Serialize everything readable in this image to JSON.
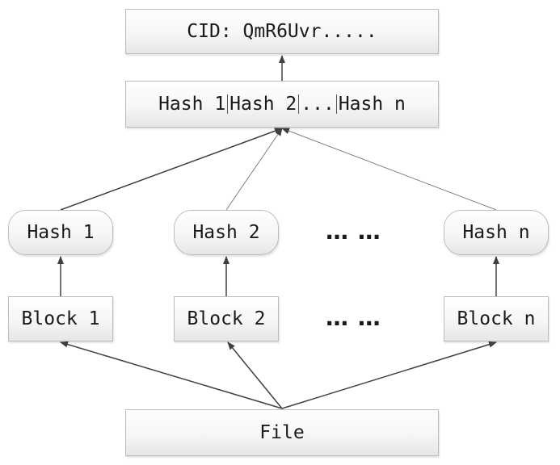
{
  "cid_label": "CID: QmR6Uvr.....",
  "root_hashes": [
    "Hash 1",
    "Hash 2",
    "...",
    "Hash n"
  ],
  "hash_nodes": [
    "Hash 1",
    "Hash 2",
    "Hash n"
  ],
  "block_nodes": [
    "Block 1",
    "Block 2",
    "Block n"
  ],
  "ellipsis": "… …",
  "file_label": "File",
  "colors": {
    "box_border": "#bdbdbd",
    "arrow": "#404040",
    "text": "#1a1a1a"
  }
}
